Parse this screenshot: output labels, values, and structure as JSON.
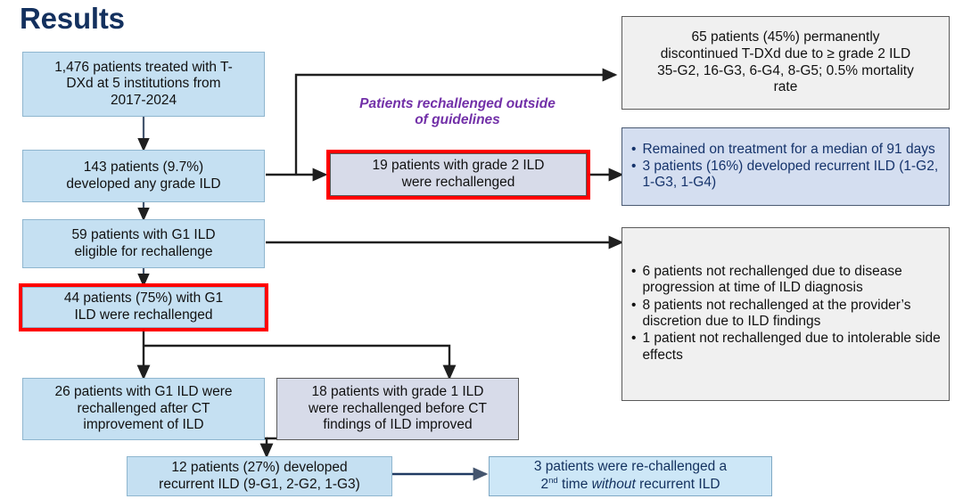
{
  "page": {
    "title": "Results",
    "title_color": "#13305e",
    "background": "#ffffff"
  },
  "colors": {
    "box_blue_fill": "#c5e0f2",
    "box_blue_border": "#8fb6cf",
    "box_lavender_fill": "#d7dbe9",
    "box_gray_fill": "#f0f0f0",
    "box_border_dark": "#5a5a5a",
    "highlight_outline": "#ff0000",
    "caption_purple": "#7230a8",
    "connector": "#1f1f1f"
  },
  "caption": {
    "rechallenge_outside_guidelines_line1": "Patients rechallenged outside",
    "rechallenge_outside_guidelines_line2": "of guidelines"
  },
  "nodes": {
    "cohort": {
      "line1": "1,476 patients treated with T-",
      "line2": "DXd at 5 institutions from",
      "line3": "2017-2024"
    },
    "any_grade_ild": {
      "line1": "143 patients (9.7%)",
      "line2": "developed any grade ILD"
    },
    "g1_eligible": {
      "line1": "59 patients with G1 ILD",
      "line2": "eligible for rechallenge"
    },
    "g1_rechallenged": {
      "line1": "44 patients (75%) with G1",
      "line2": "ILD were rechallenged"
    },
    "after_ct_improvement": {
      "line1": "26 patients with G1 ILD were",
      "line2": "rechallenged after CT",
      "line3": "improvement of ILD"
    },
    "before_ct_findings": {
      "line1": "18 patients with grade 1 ILD",
      "line2": "were rechallenged before CT",
      "line3": "findings of ILD improved"
    },
    "recurrent_ild": {
      "line1": "12 patients (27%) developed",
      "line2": "recurrent ILD (9-G1, 2-G2, 1-G3)"
    },
    "second_rechallenge": {
      "line1": "3 patients were re-challenged a",
      "line2_pre": "2",
      "line2_sup": "nd",
      "line2_mid": " time ",
      "line2_italic": "without",
      "line2_post": " recurrent ILD"
    },
    "discontinued": {
      "line1": "65 patients (45%) permanently",
      "line2": "discontinued T-DXd due to ≥ grade 2 ILD",
      "line3": "35-G2, 16-G3, 6-G4, 8-G5; 0.5% mortality",
      "line4": "rate"
    },
    "grade2_rechallenged": {
      "line1": "19 patients with grade 2 ILD",
      "line2": "were rechallenged"
    },
    "grade2_outcomes": {
      "bullets": [
        "Remained on treatment for a median of 91 days",
        "3 patients (16%) developed recurrent ILD (1-G2, 1-G3, 1-G4)"
      ]
    },
    "not_rechallenged_reasons": {
      "bullets": [
        "6 patients not rechallenged due to disease progression at time of ILD diagnosis",
        "8 patients not rechallenged at the provider’s discretion due to ILD findings",
        "1 patient not rechallenged due to intolerable side effects"
      ]
    }
  }
}
